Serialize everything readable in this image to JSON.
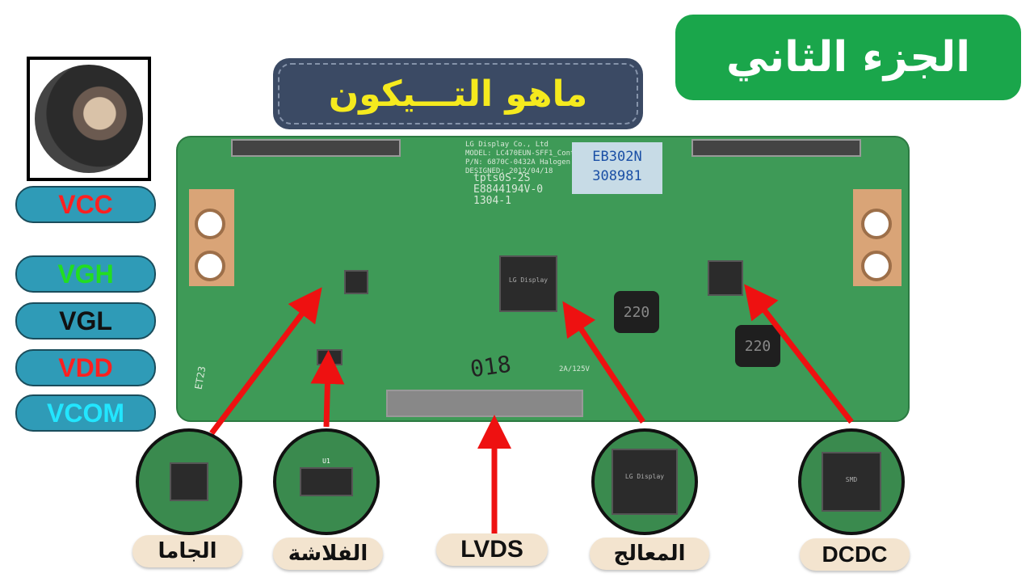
{
  "titles": {
    "part": "الجزء الثاني",
    "what": "ماهو التـــيكون"
  },
  "voltages": [
    {
      "label": "VCC",
      "color": "#ff2020"
    },
    {
      "label": "VGH",
      "color": "#22dd22"
    },
    {
      "label": "VGL",
      "color": "#111111"
    },
    {
      "label": "VDD",
      "color": "#ff2020"
    },
    {
      "label": "VCOM",
      "color": "#22e6ff"
    }
  ],
  "board": {
    "maker_text": "LG Display Co., Ltd",
    "model_text": "MODEL: LC470EUN-SFF1_Control_Ver 1.0",
    "pn_text": "P/N: 6870C-0432A Halogen Free",
    "designed_text": "DESIGNED: 2012/04/18",
    "ul_text": "tpts0S-2S",
    "code_text": "E8844194V-0",
    "date_code": "1304-1",
    "sticker_line1": "EB302N",
    "sticker_line2": "308981",
    "inductor1": "220",
    "inductor2": "220",
    "handwriting": "018",
    "corner_text": "ET23",
    "fuse_text": "2A/125V",
    "processor_chip": "LG Display",
    "dcdc_chip": "SMD",
    "flash_chip_label": "U1"
  },
  "labels": {
    "gamma": "الجاما",
    "flash": "الفلاشة",
    "lvds": "LVDS",
    "processor": "المعالج",
    "dcdc": "DCDC"
  },
  "colors": {
    "arrow": "#ee1111",
    "board": "#3e9a57",
    "title_green": "#1aa64b",
    "title_navy": "#3b4a64"
  }
}
